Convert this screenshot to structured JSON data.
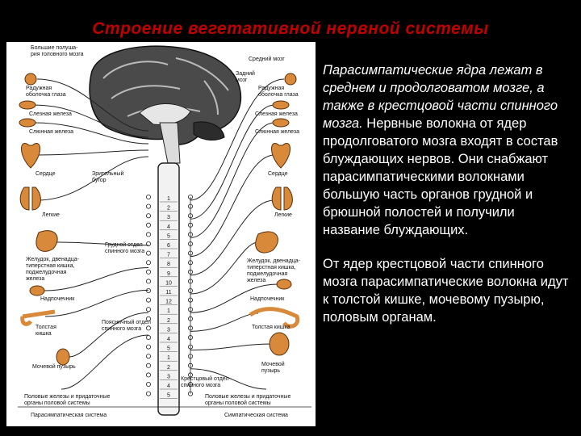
{
  "title": "Строение вегетативной нервной системы",
  "diagram": {
    "labels": {
      "brain_left": "Большие полуша-\nрия головного мозга",
      "midbrain": "Средний мозг",
      "hindbrain": "Задний\nмозг",
      "iris_left": "Радужная\nоболочка глаза",
      "iris_right": "Радужная\nоболочка глаза",
      "lacrimal_left": "Слезная железа",
      "lacrimal_right": "Слезная железа",
      "salivary_left": "Слюнная железа",
      "salivary_right": "Слюнная железа",
      "heart_left": "Сердце",
      "heart_right": "Сердце",
      "optic": "Зрительный\nбугор",
      "lungs_left": "Легкие",
      "lungs_right": "Легкие",
      "thoracic": "Грудной отдел\nспинного мозга",
      "stomach_left": "Желудок, двенадца-\nтиперстная кишка,\nподжелудочная\nжелеза",
      "stomach_right": "Желудок, двенадца-\nтиперстная кишка,\nподжелудочная\nжелеза",
      "adrenal_left": "Надпочечник",
      "adrenal_right": "Надпочечник",
      "lumbar": "Поясничный отдел\nспинного мозга",
      "colon_left": "Толстая\nкишка",
      "colon_right": "Толстая кишка",
      "bladder_left": "Мочевой пузырь",
      "bladder_right": "Мочевой\nпузырь",
      "sacral": "Крестцовый отдел\nспинного мозга",
      "gonads_left": "Половые железы и придаточные\nорганы половой системы",
      "gonads_right": "Половые железы и придаточные\nорганы половой системы",
      "parasympathetic": "Парасимпатическая система",
      "sympathetic": "Симпатическая система"
    },
    "vertebra_numbers": [
      "1",
      "2",
      "3",
      "4",
      "5",
      "6",
      "7",
      "8",
      "9",
      "10",
      "11",
      "12",
      "1",
      "2",
      "3",
      "4",
      "5",
      "1",
      "2",
      "3",
      "4",
      "5"
    ]
  },
  "body": {
    "p1_italic": "Парасимпатические ядра лежат в среднем и продолговатом мозге, а также в крестцовой части спинного мозга.",
    "p1_normal": " Нервные волокна от ядер продолговатого мозга входят в состав блуждающих нервов. Они снабжают парасимпатическими волокнами большую часть органов грудной и брюшной полостей и получили название блуждающих.",
    "p2": "От ядер крестцовой части спинного мозга парасимпатические волокна идут к толстой кишке, мочевому пузырю, половым органам."
  },
  "colors": {
    "title": "#c00000",
    "background": "#000000",
    "text": "#ffffff",
    "organ": "#d9893a",
    "brain": "#3a3a3a"
  }
}
